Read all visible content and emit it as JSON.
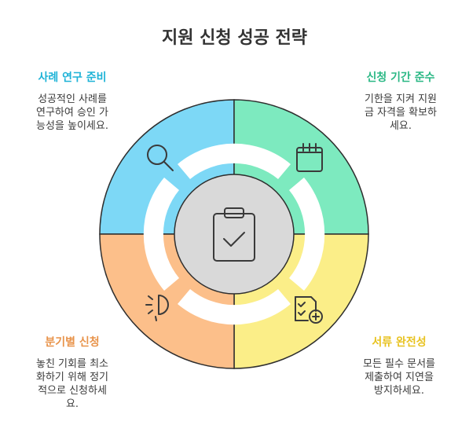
{
  "title": "지원 신청 성공 전략",
  "colors": {
    "top_left": "#7dd8f6",
    "top_right": "#7deabf",
    "bottom_right": "#fbee88",
    "bottom_left": "#fcbf8a",
    "center": "#d9d9d9",
    "outline": "#2e2e2e"
  },
  "sections": {
    "top_left": {
      "heading": "사례 연구 준비",
      "heading_color": "#1fb3d7",
      "lines": [
        "성공적인 사례를",
        "연구하여 승인 가",
        "능성을 높이세요."
      ],
      "icon": "magnifier-icon"
    },
    "top_right": {
      "heading": "신청 기간 준수",
      "heading_color": "#2bb885",
      "lines": [
        "기한을 지켜 지원",
        "금 자격을 확보하",
        "세요."
      ],
      "icon": "calendar-icon"
    },
    "bottom_left": {
      "heading": "분기별 신청",
      "heading_color": "#e8934a",
      "lines": [
        "놓친 기회를 최소",
        "화하기 위해 정기",
        "적으로 신청하세",
        "요."
      ],
      "icon": "timer-icon"
    },
    "bottom_right": {
      "heading": "서류 완전성",
      "heading_color": "#e8c21f",
      "lines": [
        "모든 필수 문서를",
        "제출하여 지연을",
        "방지하세요."
      ],
      "icon": "document-add-icon"
    },
    "center_icon": "clipboard-check-icon"
  }
}
